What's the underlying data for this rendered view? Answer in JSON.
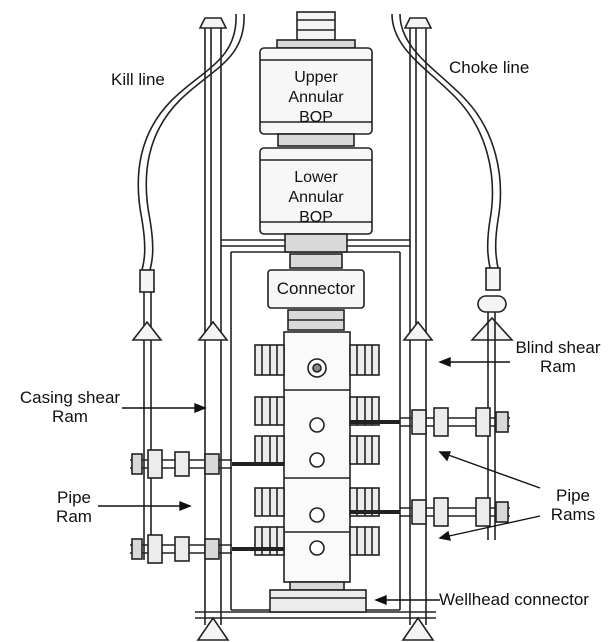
{
  "labels": {
    "kill_line": "Kill line",
    "choke_line": "Choke line",
    "upper_annular": [
      "Upper",
      "Annular",
      "BOP"
    ],
    "lower_annular": [
      "Lower",
      "Annular",
      "BOP"
    ],
    "connector": "Connector",
    "blind_shear_ram": [
      "Blind shear",
      "Ram"
    ],
    "casing_shear_ram": [
      "Casing shear",
      "Ram"
    ],
    "pipe_ram": [
      "Pipe",
      "Ram"
    ],
    "pipe_rams": [
      "Pipe",
      "Rams"
    ],
    "wellhead_connector": "Wellhead connector"
  },
  "colors": {
    "line": "#222222",
    "fill_light": "#f4f4f4",
    "fill_mid": "#d9d9d9",
    "text": "#111111"
  }
}
